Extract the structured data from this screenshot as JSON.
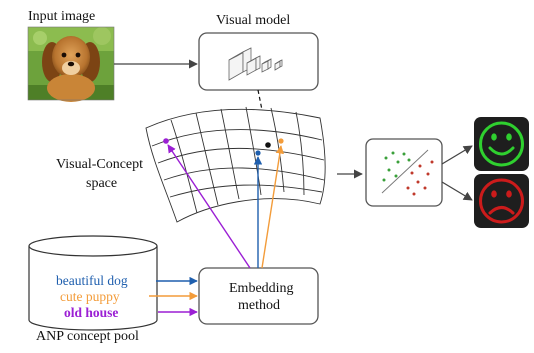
{
  "labels": {
    "input_image": "Input image",
    "visual_model": "Visual model",
    "space_line1": "Visual-Concept",
    "space_line2": "space",
    "embedding_line1": "Embedding",
    "embedding_line2": "method",
    "concept_pool": "ANP concept pool"
  },
  "anp_concepts": [
    {
      "text": "beautiful dog",
      "color": "#1f5fae"
    },
    {
      "text": "cute puppy",
      "color": "#f39c3a"
    },
    {
      "text": "old house",
      "color": "#9b1fd4"
    }
  ],
  "colors": {
    "blue": "#1f5fae",
    "orange": "#f39c3a",
    "purple": "#9b1fd4",
    "happy": "#2fd02f",
    "sad": "#cc1b1b",
    "face_bg": "#1e1e1e"
  },
  "icons": {
    "input": "puppy-photo",
    "model": "neural-network-layers-icon",
    "classifier": "scatter-classifier-icon",
    "positive": "happy-face-icon",
    "negative": "sad-face-icon"
  }
}
